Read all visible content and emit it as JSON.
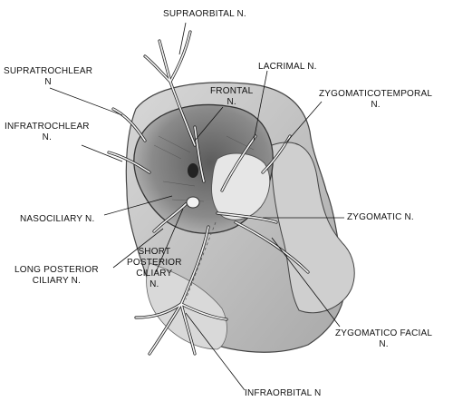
{
  "labels": {
    "supraorbital": "SUPRAORBITAL N.",
    "supratrochlear_1": "SUPRATROCHLEAR",
    "supratrochlear_2": "N",
    "lacrimal": "LACRIMAL N.",
    "frontal_1": "FRONTAL",
    "frontal_2": "N.",
    "zygomaticotemporal": "ZYGOMATICOTEMPORAL",
    "zygomaticotemporal_2": "N.",
    "infratrochlear_1": "INFRATROCHLEAR",
    "infratrochlear_2": "N.",
    "nasociliary": "NASOCILIARY N.",
    "zygomatic": "ZYGOMATIC N.",
    "short_posterior_1": "SHORT",
    "short_posterior_2": "POSTERIOR",
    "short_posterior_3": "CILIARY",
    "short_posterior_4": "N.",
    "long_posterior_1": "LONG POSTERIOR",
    "long_posterior_2": "CILIARY N.",
    "zygomatico_facial_1": "ZYGOMATICO FACIAL",
    "zygomatico_facial_2": "N.",
    "infraorbital": "INFRAORBITAL N"
  },
  "colors": {
    "ink": "#111111",
    "bone_light": "#e4e4e4",
    "bone_mid": "#bdbdbd",
    "bone_dark": "#6f6f6f",
    "nerve": "#f4f4f4"
  }
}
